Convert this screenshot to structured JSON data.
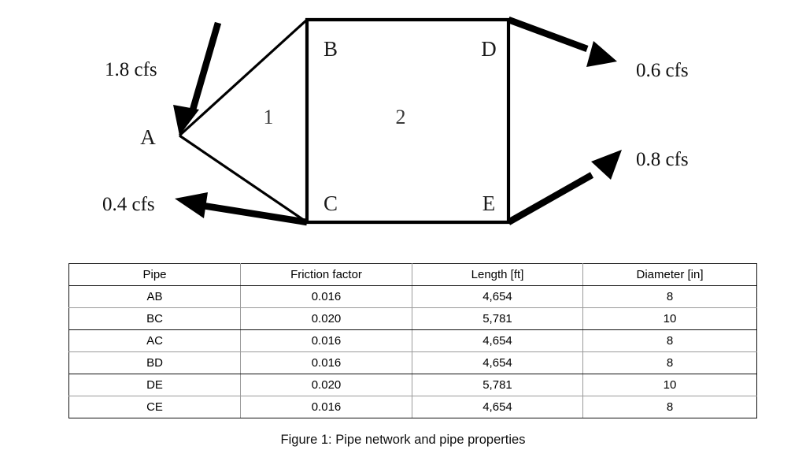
{
  "figure": {
    "caption": "Figure 1: Pipe network and pipe properties"
  },
  "diagram": {
    "nodes": [
      {
        "id": "A",
        "label": "A"
      },
      {
        "id": "B",
        "label": "B"
      },
      {
        "id": "C",
        "label": "C"
      },
      {
        "id": "D",
        "label": "D"
      },
      {
        "id": "E",
        "label": "E"
      }
    ],
    "loops": [
      {
        "id": "loop-1",
        "label": "1"
      },
      {
        "id": "loop-2",
        "label": "2"
      }
    ],
    "flows": [
      {
        "id": "inflow-a",
        "label": "1.8 cfs",
        "direction": "in",
        "node": "A"
      },
      {
        "id": "outflow-c",
        "label": "0.4 cfs",
        "direction": "out",
        "node": "C"
      },
      {
        "id": "outflow-d",
        "label": "0.6 cfs",
        "direction": "out",
        "node": "D"
      },
      {
        "id": "outflow-e",
        "label": "0.8 cfs",
        "direction": "out",
        "node": "E"
      }
    ],
    "pipes": [
      "AB",
      "BC",
      "AC",
      "BD",
      "DE",
      "CE"
    ],
    "colors": {
      "line": "#000000",
      "background": "#ffffff"
    }
  },
  "table": {
    "columns": [
      "Pipe",
      "Friction factor",
      "Length [ft]",
      "Diameter [in]"
    ],
    "rows": [
      {
        "pipe": "AB",
        "friction_factor": "0.016",
        "length": "4,654",
        "diameter": "8"
      },
      {
        "pipe": "BC",
        "friction_factor": "0.020",
        "length": "5,781",
        "diameter": "10"
      },
      {
        "pipe": "AC",
        "friction_factor": "0.016",
        "length": "4,654",
        "diameter": "8"
      },
      {
        "pipe": "BD",
        "friction_factor": "0.016",
        "length": "4,654",
        "diameter": "8"
      },
      {
        "pipe": "DE",
        "friction_factor": "0.020",
        "length": "5,781",
        "diameter": "10"
      },
      {
        "pipe": "CE",
        "friction_factor": "0.016",
        "length": "4,654",
        "diameter": "8"
      }
    ]
  }
}
